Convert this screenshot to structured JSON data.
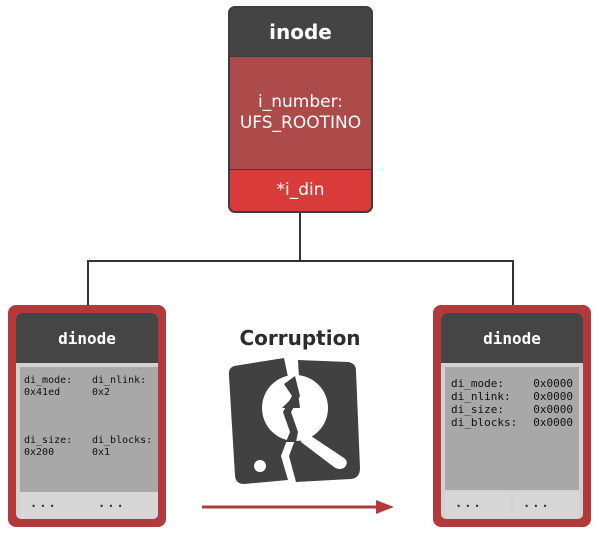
{
  "inode": {
    "title": "inode",
    "field_label": "i_number:",
    "field_value": "UFS_ROOTINO",
    "pointer": "*i_din"
  },
  "left_dinode": {
    "title": "dinode",
    "cells": [
      {
        "label": "di_mode:",
        "value": "0x41ed"
      },
      {
        "label": "di_nlink:",
        "value": "0x2"
      },
      {
        "label": "di_size:",
        "value": "0x200"
      },
      {
        "label": "di_blocks:",
        "value": "0x1"
      }
    ],
    "ellipsis": "..."
  },
  "corruption": {
    "label": "Corruption",
    "icon": "broken-hard-drive-icon"
  },
  "right_dinode": {
    "title": "dinode",
    "fields": [
      {
        "label": "di_mode:",
        "value": "0x0000"
      },
      {
        "label": "di_nlink:",
        "value": "0x0000"
      },
      {
        "label": "di_size:",
        "value": "0x0000"
      },
      {
        "label": "di_blocks:",
        "value": "0x0000"
      }
    ],
    "ellipsis": "..."
  },
  "colors": {
    "dark": "#444444",
    "inode_red": "#ad4a4a",
    "pointer_red": "#d93a3a",
    "card_red": "#b33a3a",
    "cell_gray": "#a8a8a8"
  }
}
